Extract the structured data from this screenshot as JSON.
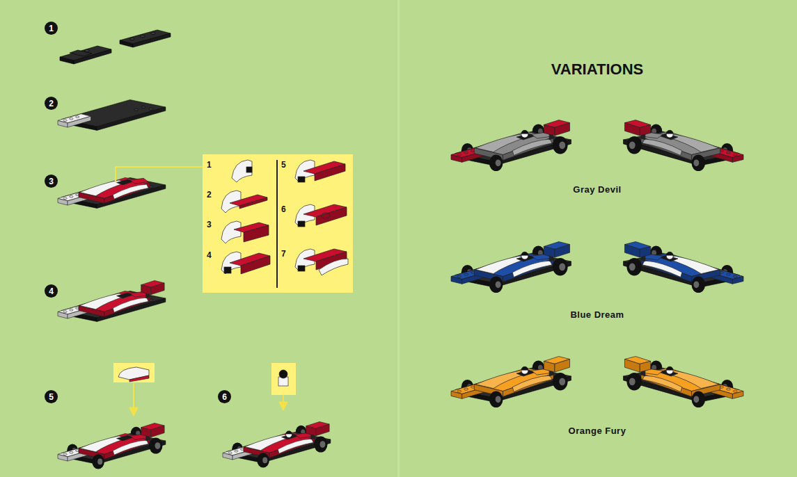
{
  "diagram": {
    "title": "VARIATIONS",
    "nodes": [
      {
        "text": [
          "1"
        ]
      },
      {
        "text": [
          "2"
        ]
      },
      {
        "text": [
          "3"
        ]
      },
      {
        "text": [
          "1",
          "2",
          "3",
          "4",
          "5",
          "6",
          "7"
        ]
      },
      {
        "text": [
          "4"
        ]
      },
      {
        "text": [
          "5"
        ]
      },
      {
        "text": [
          "6"
        ]
      }
    ],
    "labels": [
      "Gray Devil",
      "Blue Dream",
      "Orange Fury"
    ]
  }
}
